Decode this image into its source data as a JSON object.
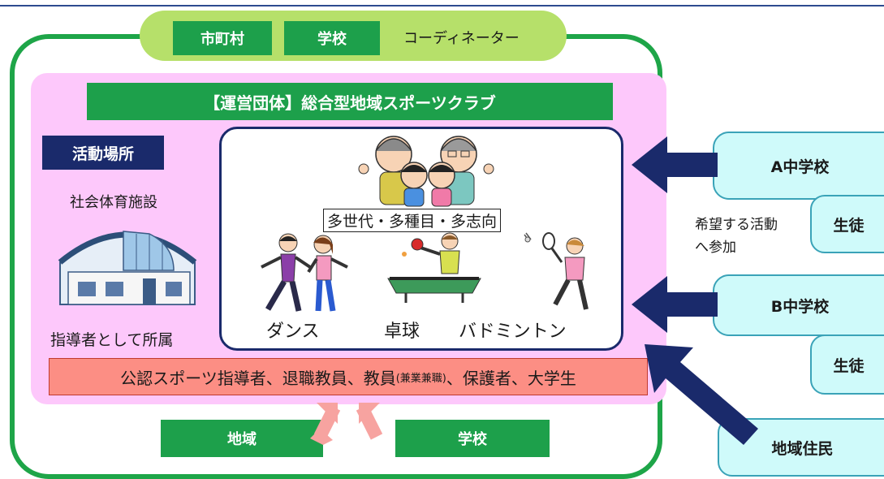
{
  "header": {
    "municipality": "市町村",
    "school": "学校",
    "coordinator": "コーディネーター"
  },
  "org": {
    "operating_body": "【運営団体】総合型地域スポーツクラブ"
  },
  "venue": {
    "label": "活動場所",
    "facility": "社会体育施設",
    "affiliation": "指導者として所属"
  },
  "activities": {
    "tagline": "多世代・多種目・多志向",
    "sports": [
      "ダンス",
      "卓球",
      "バドミントン"
    ]
  },
  "instructors": {
    "main": "公認スポーツ指導者、退職教員、教員",
    "small": "(兼業兼職)",
    "rest": "、保護者、大学生"
  },
  "support": {
    "community": "地域",
    "school": "学校"
  },
  "right": {
    "school_a": "A中学校",
    "students_1": "生徒",
    "participation_line1": "希望する活動",
    "participation_line2": "へ参加",
    "school_b": "B中学校",
    "students_2": "生徒",
    "residents": "地域住民"
  },
  "colors": {
    "green": "#1da04b",
    "light_green": "#b6e06a",
    "pink": "#fdc8fb",
    "navy": "#1a2a6b",
    "salmon": "#fc8e84",
    "cyan": "#cffafa"
  }
}
